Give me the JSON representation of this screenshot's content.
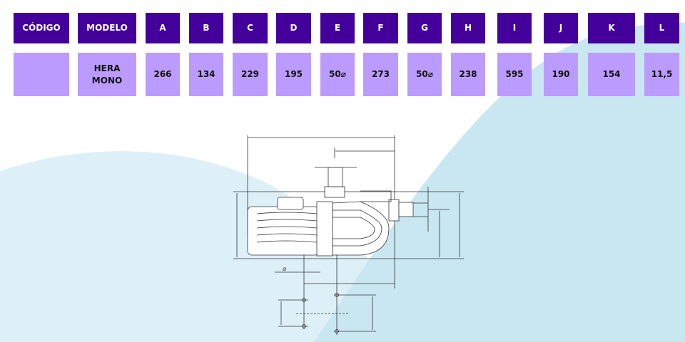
{
  "table": {
    "headers": [
      "CÓDIGO",
      "MODELO",
      "A",
      "B",
      "C",
      "D",
      "E",
      "F",
      "G",
      "H",
      "I",
      "J",
      "K",
      "L"
    ],
    "row": [
      "",
      "HERA\nMONO",
      "266",
      "134",
      "229",
      "195",
      "50⌀",
      "273",
      "50⌀",
      "238",
      "595",
      "190",
      "154",
      "11,5"
    ]
  },
  "drawing": {
    "diameter_symbol": "⌀"
  },
  "colors": {
    "header_bg": "#43009a",
    "cell_bg": "#bb9bfd",
    "wave_light": "#def0f7",
    "wave_dark": "#c9e7f1"
  }
}
